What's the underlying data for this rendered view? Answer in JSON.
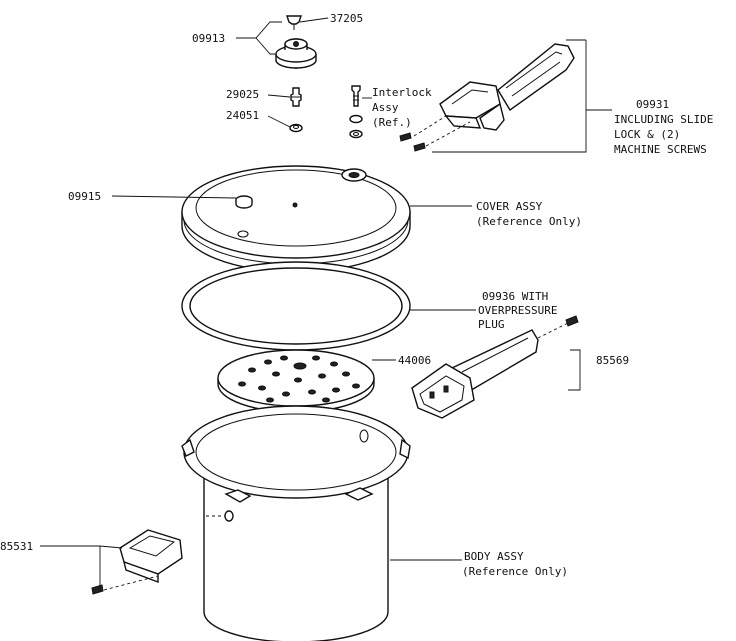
{
  "labels": {
    "part_37205": "37205",
    "part_09913": "09913",
    "part_29025": "29025",
    "part_24051": "24051",
    "interlock_line1": "Interlock",
    "interlock_line2": "Assy",
    "interlock_line3": "(Ref.)",
    "part_09931_line1": "09931",
    "part_09931_line2": "INCLUDING SLIDE",
    "part_09931_line3": "LOCK & (2)",
    "part_09931_line4": "MACHINE SCREWS",
    "part_09915": "09915",
    "cover_line1": "COVER ASSY",
    "cover_line2": "(Reference Only)",
    "gasket_line1": "09936 WITH",
    "gasket_line2": "OVERPRESSURE",
    "gasket_line3": "PLUG",
    "part_44006": "44006",
    "part_85569": "85569",
    "part_85531": "85531",
    "body_line1": "BODY ASSY",
    "body_line2": "(Reference Only)"
  }
}
